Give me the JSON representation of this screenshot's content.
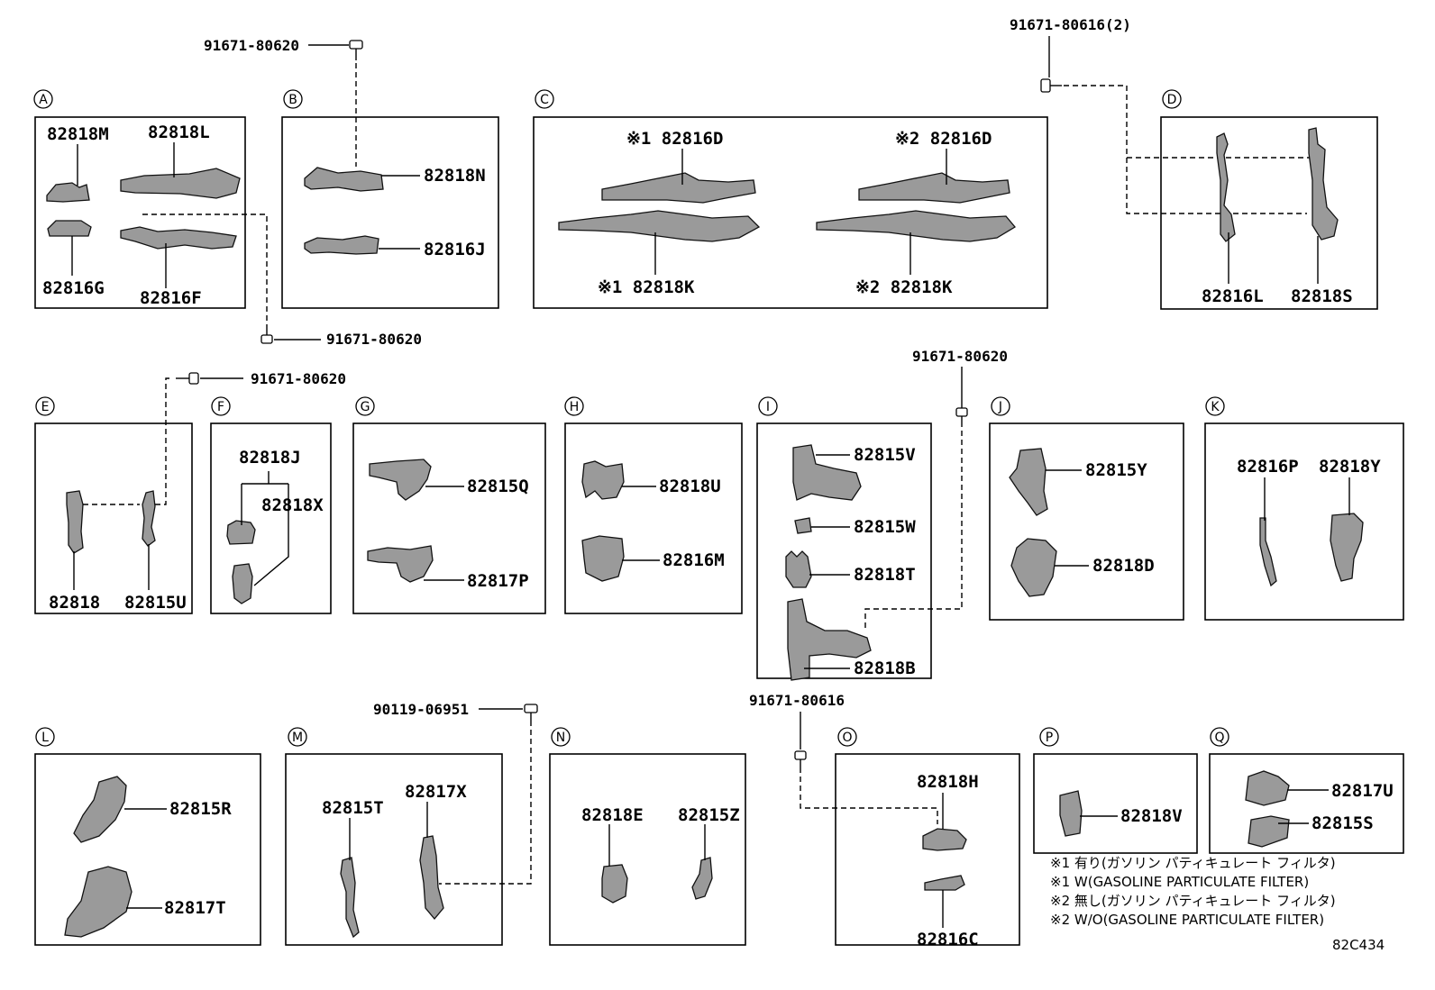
{
  "sections": {
    "A": {
      "label": "A",
      "parts": [
        "82818M",
        "82818L",
        "82816G",
        "82816F"
      ]
    },
    "B": {
      "label": "B",
      "parts": [
        "82818N",
        "82816J"
      ]
    },
    "C": {
      "label": "C",
      "parts": [
        "※1 82816D",
        "※2 82816D",
        "※1 82818K",
        "※2 82818K"
      ]
    },
    "D": {
      "label": "D",
      "parts": [
        "82816L",
        "82818S"
      ]
    },
    "E": {
      "label": "E",
      "parts": [
        "82818",
        "82815U"
      ]
    },
    "F": {
      "label": "F",
      "parts": [
        "82818J",
        "82818X"
      ]
    },
    "G": {
      "label": "G",
      "parts": [
        "82815Q",
        "82817P"
      ]
    },
    "H": {
      "label": "H",
      "parts": [
        "82818U",
        "82816M"
      ]
    },
    "I": {
      "label": "I",
      "parts": [
        "82815V",
        "82815W",
        "82818T",
        "82818B"
      ]
    },
    "J": {
      "label": "J",
      "parts": [
        "82815Y",
        "82818D"
      ]
    },
    "K": {
      "label": "K",
      "parts": [
        "82816P",
        "82818Y"
      ]
    },
    "L": {
      "label": "L",
      "parts": [
        "82815R",
        "82817T"
      ]
    },
    "M": {
      "label": "M",
      "parts": [
        "82815T",
        "82817X"
      ]
    },
    "N": {
      "label": "N",
      "parts": [
        "82818E",
        "82815Z"
      ]
    },
    "O": {
      "label": "O",
      "parts": [
        "82818H",
        "82816C"
      ]
    },
    "P": {
      "label": "P",
      "parts": [
        "82818V"
      ]
    },
    "Q": {
      "label": "Q",
      "parts": [
        "82817U",
        "82815S"
      ]
    }
  },
  "fasteners": [
    "91671-80620",
    "91671-80616(2)",
    "91671-80620",
    "91671-80620",
    "91671-80620",
    "90119-06951",
    "91671-80616"
  ],
  "notes": [
    "※1 有り(ガソリン パティキュレート フィルタ)",
    "※1 W(GASOLINE PARTICULATE FILTER)",
    "※2 無し(ガソリン パティキュレート フィルタ)",
    "※2 W/O(GASOLINE PARTICULATE FILTER)"
  ],
  "ref_code": "82C434"
}
